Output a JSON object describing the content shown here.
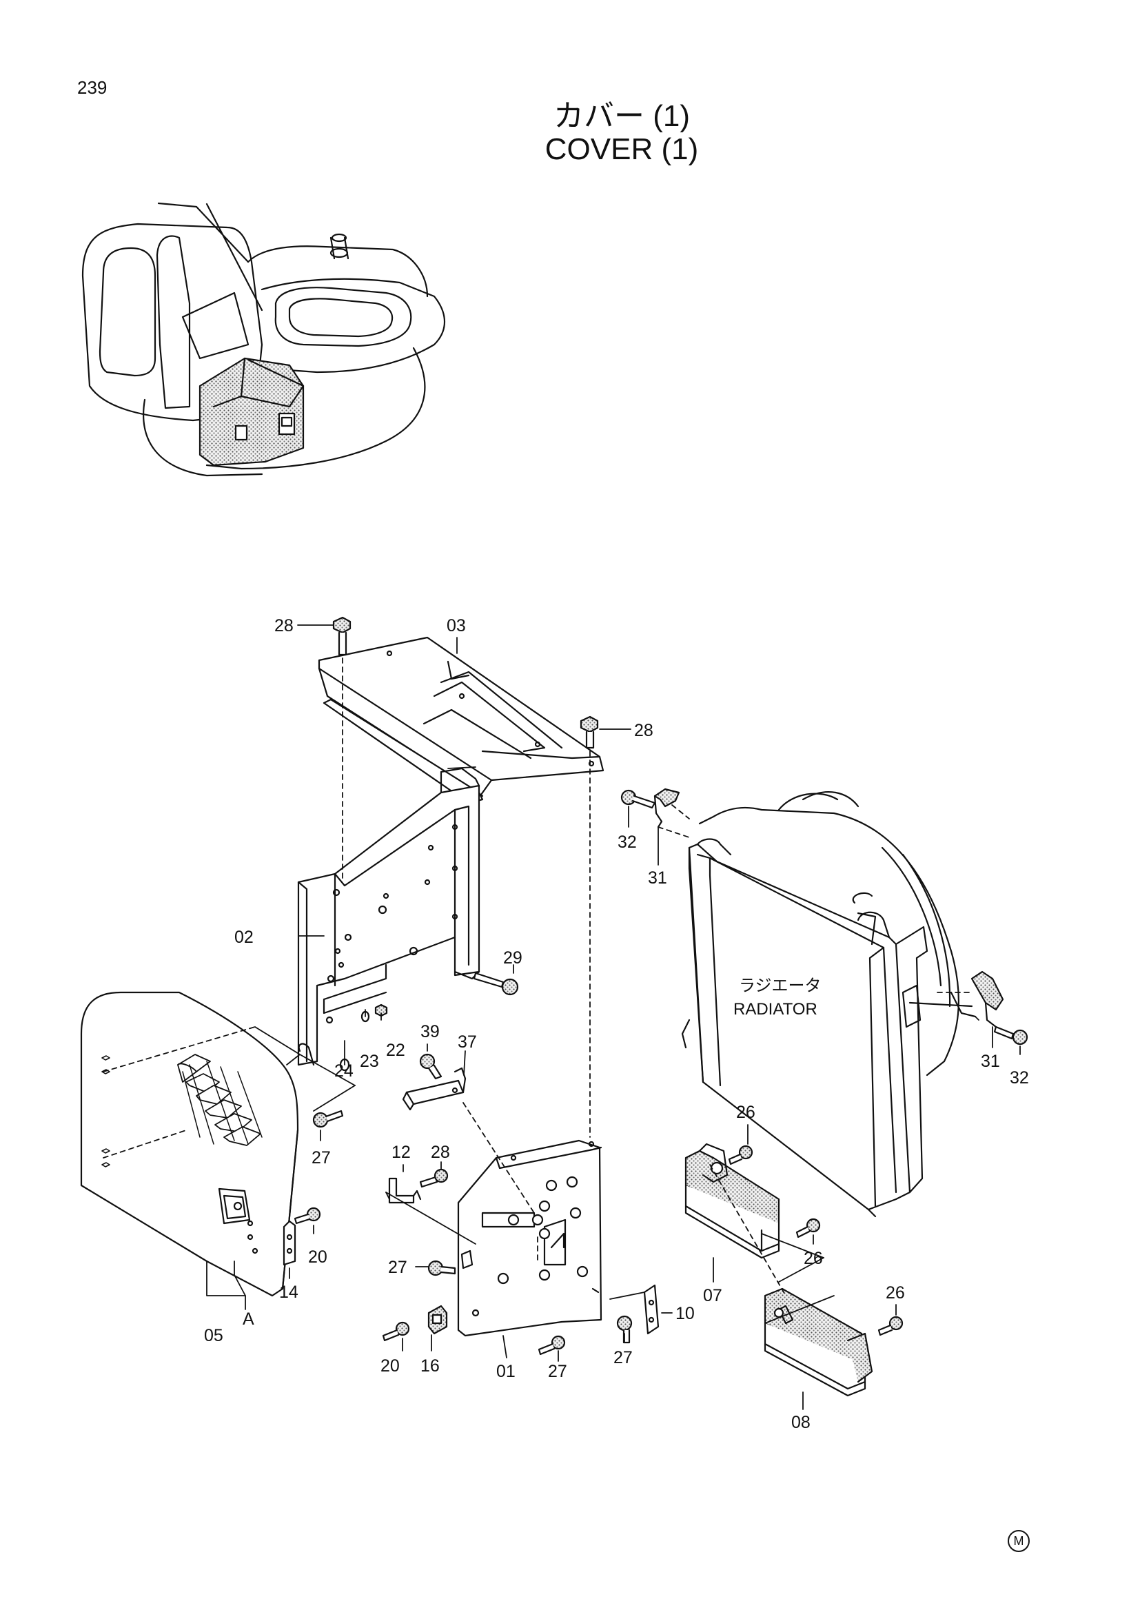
{
  "page": {
    "number": "239",
    "footer_mark": "M"
  },
  "title": {
    "jp": "カバー (1)",
    "en": "COVER (1)"
  },
  "radiator": {
    "jp": "ラジエータ",
    "en": "RADIATOR"
  },
  "callouts": {
    "p01": "01",
    "p02": "02",
    "p03": "03",
    "p05": "05",
    "p07": "07",
    "p08": "08",
    "p10": "10",
    "p12": "12",
    "p14": "14",
    "p16": "16",
    "p20a": "20",
    "p20b": "20",
    "p22": "22",
    "p23": "23",
    "p24": "24",
    "p26a": "26",
    "p26b": "26",
    "p26c": "26",
    "p27a": "27",
    "p27b": "27",
    "p27c": "27",
    "p27d": "27",
    "p28a": "28",
    "p28b": "28",
    "p28c": "28",
    "p29": "29",
    "p31a": "31",
    "p31b": "31",
    "p32a": "32",
    "p32b": "32",
    "p37": "37",
    "p39": "39",
    "view_a": "A"
  }
}
